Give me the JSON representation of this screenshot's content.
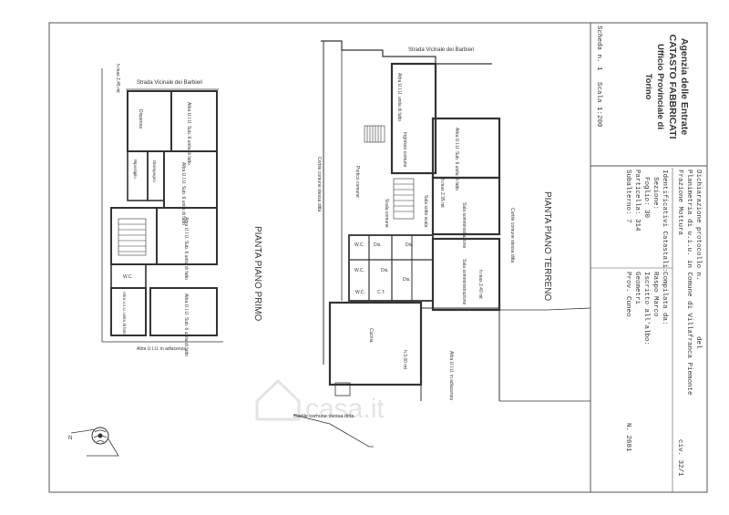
{
  "header": {
    "agency": "Agenzia delle Entrate",
    "catasto": "CATASTO FABBRICATI",
    "office": "Ufficio Provinciale di",
    "city": "Torino"
  },
  "sheet": {
    "scheda": "Scheda n. 1",
    "scala": "Scala 1:200"
  },
  "declaration": {
    "line1": "Dichiarazione protocollo n.",
    "line1_del": "del",
    "line2": "Planimetria di u.i.u. in Comune di Villafranca Piemonte",
    "line3": "Frazione Mottura",
    "civ": "civ. 32/1",
    "ident_title": "Identificativi Catastali:",
    "sezione": "Sezione:",
    "foglio": "Foglio: 30",
    "particella": "Particella: 314",
    "subalterno": "Subalterno: 7",
    "compilata": "Compilata da:",
    "compilatore": "Raspo Marco",
    "iscritto": "Iscritto all'albo:",
    "albo": "Geometri",
    "prov": "Prov. Cuneo",
    "numero": "N. 2681"
  },
  "titles": {
    "terreno": "PIANTA PIANO TERRENO",
    "primo": "PIANTA PIANO PRIMO"
  },
  "ground_labels": {
    "strada": "Strada Vicinale dei Barbieri",
    "altra_fatto": "Altra U.I.U. unita di fatto",
    "ingresso": "Ingresso comune",
    "sub6": "Altra U.I.U. Sub. 6 unita di fatto",
    "portico": "Portico comune",
    "cortile_left": "Cortile comune stessa ditta",
    "cortile_right": "Cortile comune stessa ditta",
    "scala": "Scala comune",
    "sottoscala": "Sala sotto scala",
    "hmax": "h max 2.35 mt",
    "sala_som": "Sala somministrazione",
    "wc": "W.C.",
    "dis": "Dis.",
    "ct": "C.T.",
    "hmax2": "h max 2.40 mt",
    "cucina": "Cucina",
    "h300": "h 3.00 mt",
    "adiacenza": "Altra U.I.U. in adiacenza",
    "cortile_bottom": "Cortile comune stessa ditta"
  },
  "first_labels": {
    "strada": "Strada Vicinale dei Barbieri",
    "hmax": "h max 2.45 mt",
    "dispensa": "Dispensa",
    "sub6a": "Altra U.I.U. Sub. 6 unita di fatto",
    "ripostiglio": "Ripostiglio",
    "disimpegno": "Disimpegno",
    "sub6b": "Altra U.I.U. Sub. 6 unita di fatto",
    "sub6c": "Altra U.I.U. Sub. 6 unita di fatto",
    "wc": "W.C.",
    "altra_fatto": "Altra U.I.U. unita di fatto",
    "sub6d": "Altra U.I.U. Sub. 6 unita di fatto",
    "adiacenza": "Altra U.I.U. in adiacenza"
  },
  "compass": {
    "north": "N"
  },
  "watermark": "casa.it"
}
